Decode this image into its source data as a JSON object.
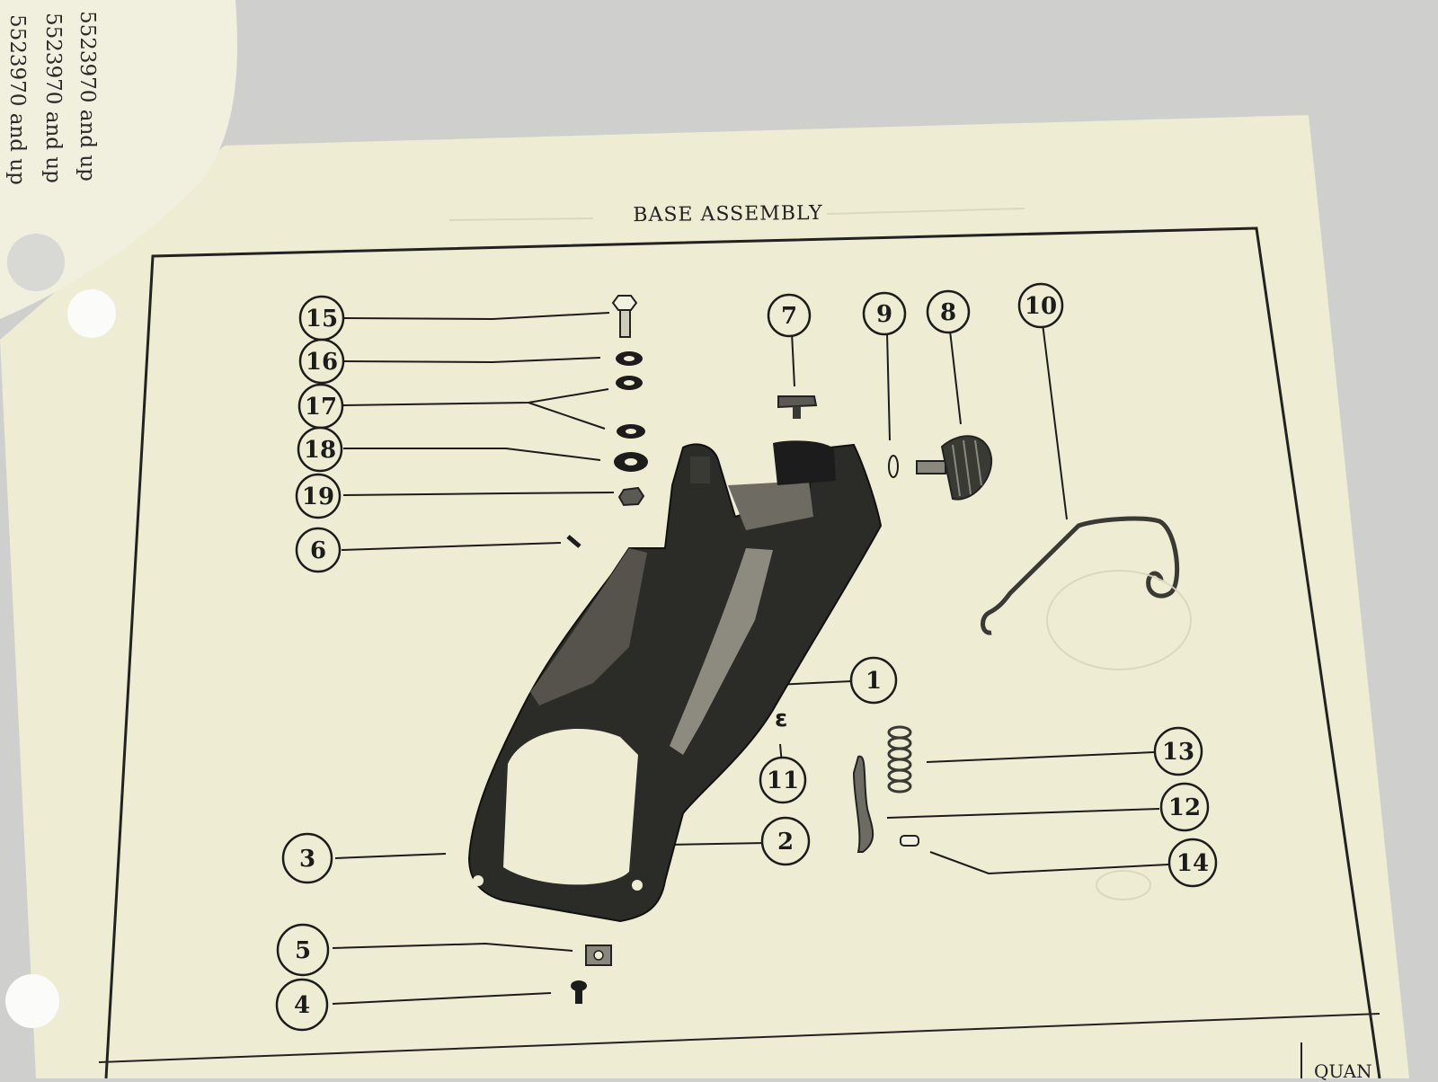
{
  "page": {
    "title": "BASE ASSEMBLY",
    "model_notes": [
      "5523970 and up",
      "5523970 and up",
      "5523970 and up"
    ],
    "table_header": "QUAN"
  },
  "callouts": [
    {
      "id": "callout-15",
      "label": "15"
    },
    {
      "id": "callout-16",
      "label": "16"
    },
    {
      "id": "callout-17",
      "label": "17"
    },
    {
      "id": "callout-18",
      "label": "18"
    },
    {
      "id": "callout-19",
      "label": "19"
    },
    {
      "id": "callout-6",
      "label": "6"
    },
    {
      "id": "callout-3",
      "label": "3"
    },
    {
      "id": "callout-5",
      "label": "5"
    },
    {
      "id": "callout-4",
      "label": "4"
    },
    {
      "id": "callout-7",
      "label": "7"
    },
    {
      "id": "callout-9",
      "label": "9"
    },
    {
      "id": "callout-8",
      "label": "8"
    },
    {
      "id": "callout-10",
      "label": "10"
    },
    {
      "id": "callout-1",
      "label": "1"
    },
    {
      "id": "callout-11",
      "label": "11"
    },
    {
      "id": "callout-2",
      "label": "2"
    },
    {
      "id": "callout-13",
      "label": "13"
    },
    {
      "id": "callout-12",
      "label": "12"
    },
    {
      "id": "callout-14",
      "label": "14"
    }
  ],
  "colors": {
    "paper": "#eeecd3",
    "background": "#cfd0cd",
    "ink": "#1c1c1c"
  }
}
